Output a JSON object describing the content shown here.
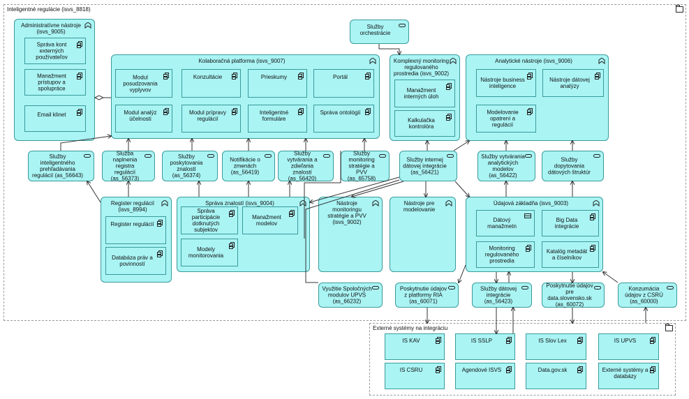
{
  "groups": {
    "main": "Inteligentné regulácie (isvs_8818)",
    "external": "Externé systémy na integráciu"
  },
  "admin": {
    "title": "Administratívne nástroje (isvs_9005)",
    "c1": "Správa kont externých používateľov",
    "c2": "Manažment prístupov a spolupráce",
    "c3": "Email klinet"
  },
  "orch": "Služby orchestrácie",
  "kolab": {
    "title": "Kolaboračná platforma (isvs_9007)",
    "c1": "Modul posudzovania vyplyvov",
    "c2": "Konzultácie",
    "c3": "Prieskumy",
    "c4": "Portál",
    "c5": "Modul analýz účelnosti",
    "c6": "Modul prípravy regulácií",
    "c7": "Inteligentné formuláre",
    "c8": "Správa ontológií"
  },
  "monitor": {
    "title": "Komplexný monitoring regulovaného prostredia (isvs_9002)",
    "c1": "Manažment interných úloh",
    "c2": "Kalkulačka kontrolóra"
  },
  "anal": {
    "title": "Analytické nástroje (isvs_9006)",
    "c1": "Nástroje business inteligence",
    "c2": "Nástroje dátovej analýzy",
    "c3": "Modelovanie opatrení a regulácií"
  },
  "svc": {
    "s1": "Služby inteligentného prehľadávania regulácií (as_56643)",
    "s2": "Služba naplnenia registra regulácií (as_56373)",
    "s3": "Služby poskytovania znalostí (as_56374)",
    "s4": "Notifikácie o zmenách (as_56419)",
    "s5": "Služby vytvárania a zdieľania znalostí (as_56420)",
    "s6": "Služby monitoring stratégie a PVV (as_65758)",
    "s7": "Služby internej dátovej integrácie (as_56421)",
    "s8": "Služby vytvárania analytických modelov (as_56422)",
    "s9": "Služby dopytovania dátových štruktúr"
  },
  "register": {
    "title": "Register regulácií (isvs_8994)",
    "c1": "Register regulácií",
    "c2": "Databáza práv a povinností"
  },
  "znalosti": {
    "title": "Správa znalostí (isvs_9004)",
    "c1": "Správa participácie dotknutých subjektov",
    "c2": "Manažment modelov",
    "c3": "Modely monitorovania"
  },
  "nastroje_mon": "Nástroje monitoringu stratégie a PVV (isvs_9002)",
  "nastroje_mod": "Nástroje pre modelovanie",
  "udajova": {
    "title": "Údajová základňa (isvs_9003)",
    "c1": "Dátový manažmetn",
    "c2": "Big Data integrácie",
    "c3": "Monitoring regulovaného prostredia",
    "c4": "Katalóg metadát a číselníkov"
  },
  "bottom": {
    "b1": "Využitie Spoločných modulov UPVS (as_66232)",
    "b2": "Poskytnutie údajov z platformy RIA (as_60071)",
    "b3": "Služby dátovej integrácie (as_56423)",
    "b4": "Poskytnutie údajov pre data.slovensko.sk (as_60072)",
    "b5": "Konzumácia údajov z CSRÚ (as_60000)"
  },
  "ext": {
    "e1": "IS KAV",
    "e2": "IS SSLP",
    "e3": "IS Slov Lex",
    "e4": "IS UPVS",
    "e5": "IS CSRU",
    "e6": "Agendové ISVS",
    "e7": "Data.gov.sk",
    "e8": "Externé systémy a databázy"
  },
  "colors": {
    "fill": "#aaf4f4",
    "border": "#3a9a9a",
    "line": "#333333"
  }
}
